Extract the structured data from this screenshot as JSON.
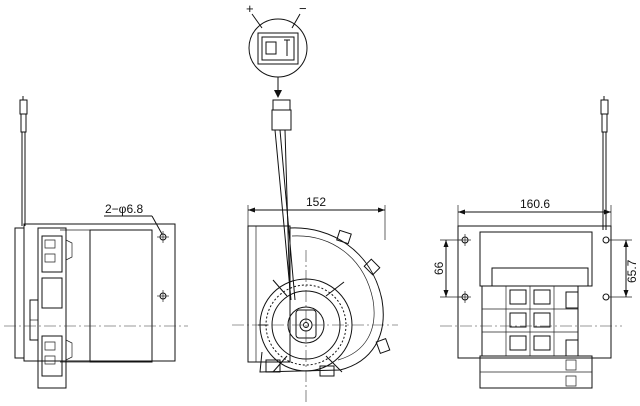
{
  "connector": {
    "plus_label": "+",
    "minus_label": "−"
  },
  "dimensions": {
    "hole_callout": "2−φ6.8",
    "width_center": "152",
    "width_right": "160.6",
    "vertical_left": "66",
    "vertical_right": "65.7"
  }
}
